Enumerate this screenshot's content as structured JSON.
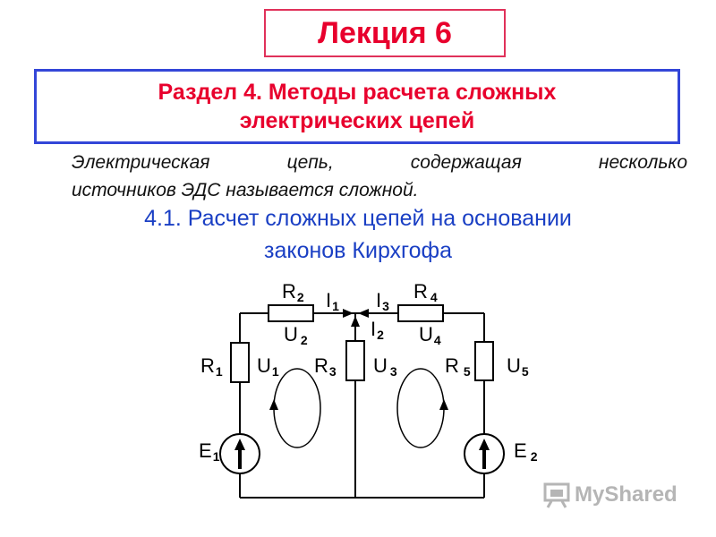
{
  "header": {
    "title": "Лекция 6"
  },
  "section": {
    "title_line1": "Раздел 4. Методы расчета сложных",
    "title_line2": "электрических цепей"
  },
  "definition": {
    "line1": "Электрическая цепь, содержащая несколько",
    "line2": "источников ЭДС называется сложной."
  },
  "subsection": {
    "line1": "4.1. Расчет сложных цепей на основании",
    "line2": "законов Кирхгофа"
  },
  "circuit": {
    "labels": {
      "R2": {
        "main": "R",
        "sub": "2"
      },
      "R4": {
        "main": "R",
        "sub": "4"
      },
      "I1": {
        "main": "I",
        "sub": "1"
      },
      "I3": {
        "main": "I",
        "sub": "3"
      },
      "I2": {
        "main": "I",
        "sub": "2"
      },
      "U2": {
        "main": "U",
        "sub": "2"
      },
      "U4": {
        "main": "U",
        "sub": "4"
      },
      "R1": {
        "main": "R",
        "sub": "1"
      },
      "U1": {
        "main": "U",
        "sub": "1"
      },
      "R3": {
        "main": "R",
        "sub": "3"
      },
      "U3": {
        "main": "U",
        "sub": "3"
      },
      "R5": {
        "main": "R",
        "sub": "5"
      },
      "U5": {
        "main": "U",
        "sub": "5"
      },
      "E1": {
        "main": "E",
        "sub": "1"
      },
      "E2": {
        "main": "E",
        "sub": "2"
      }
    }
  },
  "watermark": {
    "text": "MyShared"
  },
  "colors": {
    "title_red": "#e8002d",
    "section_border": "#3346d8",
    "lecture_border": "#e0315a",
    "subsection_blue": "#1a3fc4",
    "wire": "#000000"
  }
}
